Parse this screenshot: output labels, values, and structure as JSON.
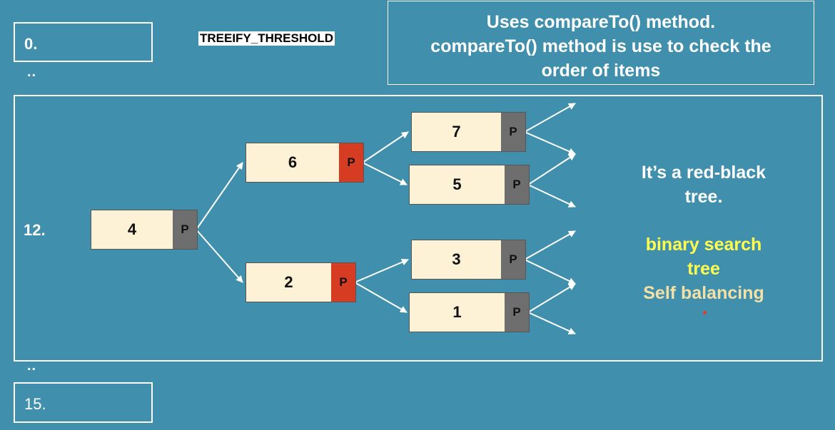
{
  "buckets": {
    "top_label": "0.",
    "top_dots": "..",
    "bottom_dots": "..",
    "bottom_label": "15.",
    "tree_row_label": "12."
  },
  "threshold_label": "TREEIFY_THRESHOLD",
  "note": {
    "line1": "Uses compareTo() method.",
    "line2": "compareTo() method is use to check the",
    "line3": "order of items"
  },
  "tree": {
    "root": {
      "value": "4",
      "pointer": "P",
      "pointer_color": "grey"
    },
    "left_upper": {
      "value": "6",
      "pointer": "P",
      "pointer_color": "red"
    },
    "left_lower": {
      "value": "2",
      "pointer": "P",
      "pointer_color": "red"
    },
    "leaf_1": {
      "value": "7",
      "pointer": "P",
      "pointer_color": "grey"
    },
    "leaf_2": {
      "value": "5",
      "pointer": "P",
      "pointer_color": "grey"
    },
    "leaf_3": {
      "value": "3",
      "pointer": "P",
      "pointer_color": "grey"
    },
    "leaf_4": {
      "value": "1",
      "pointer": "P",
      "pointer_color": "grey"
    }
  },
  "side_text": {
    "white_line1": "It’s a red-black",
    "white_line2": "tree.",
    "yellow_line1": "binary search",
    "yellow_line2": "tree",
    "cream_line1": "Self balancing"
  },
  "colors": {
    "background": "#3f8fad",
    "node_fill": "#fdf1d6",
    "pointer_grey": "#6e6e6e",
    "pointer_red": "#d63c22",
    "highlight_yellow": "#ffff4d",
    "highlight_cream": "#f3e0a6"
  }
}
